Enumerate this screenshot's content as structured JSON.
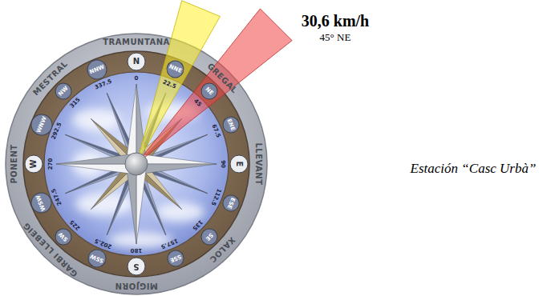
{
  "diagram": {
    "nodes": [
      {
        "text": [
          "N"
        ]
      },
      {
        "text": [
          "NNE"
        ]
      },
      {
        "text": [
          "NE"
        ]
      },
      {
        "text": [
          "ENE"
        ]
      },
      {
        "text": [
          "E"
        ]
      },
      {
        "text": [
          "ESE"
        ]
      },
      {
        "text": [
          "SE"
        ]
      },
      {
        "text": [
          "SSE"
        ]
      },
      {
        "text": [
          "S"
        ]
      },
      {
        "text": [
          "SSW"
        ]
      },
      {
        "text": [
          "SW"
        ]
      },
      {
        "text": [
          "WSW"
        ]
      },
      {
        "text": [
          "W"
        ]
      },
      {
        "text": [
          "WNW"
        ]
      },
      {
        "text": [
          "NW"
        ]
      },
      {
        "text": [
          "NNW"
        ]
      }
    ],
    "labels": [
      "30,6 km/h",
      "45° NE",
      "TRAMUNTANA",
      "GREGAL",
      "LLEVANT",
      "XALOC",
      "MIGJORN",
      "GARBI LLEBEIG",
      "PONENT",
      "MESTRAL",
      "0",
      "22.5",
      "45",
      "67.5",
      "90",
      "112.5",
      "135",
      "157.5",
      "180",
      "202.5",
      "225",
      "247.5",
      "270",
      "292.5",
      "315",
      "337.5",
      "Estación “Casc Urbà”"
    ]
  }
}
